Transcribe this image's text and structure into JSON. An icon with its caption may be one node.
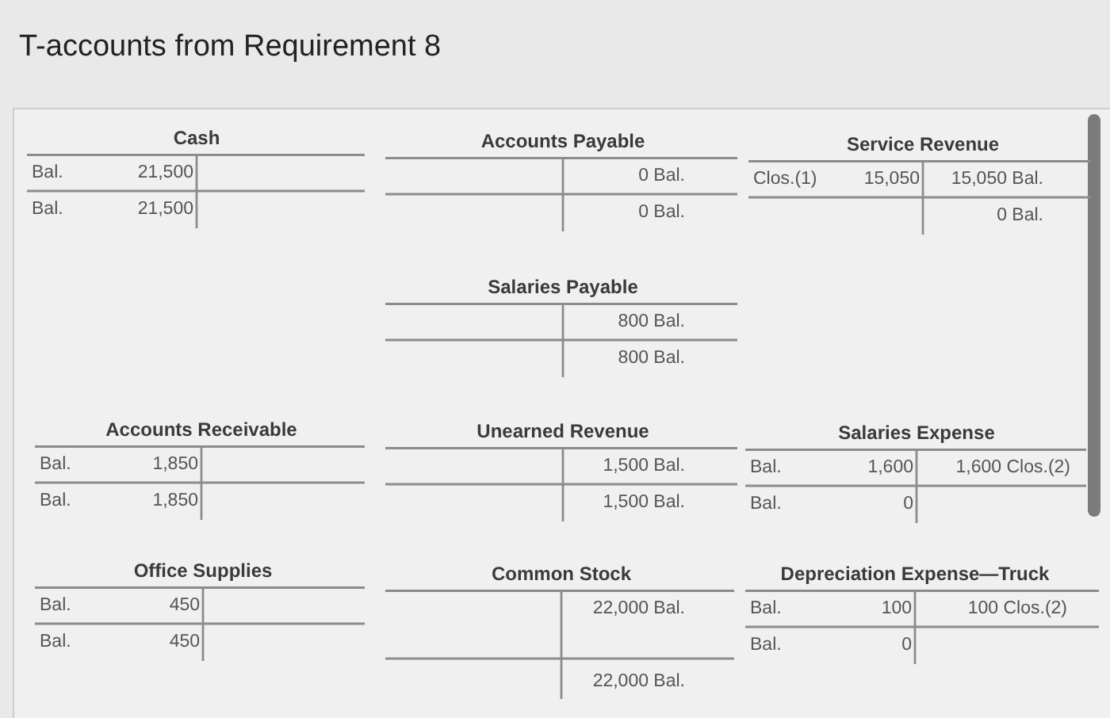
{
  "diagram": {
    "title": "T-accounts from Requirement 8",
    "labels": [
      "Cash",
      "Bal.",
      "21,500",
      "Bal.",
      "21,500",
      "Accounts Payable",
      "0 Bal.",
      "0 Bal.",
      "Service Revenue",
      "Clos.(1)",
      "15,050",
      "15,050 Bal.",
      "0 Bal.",
      "Salaries Payable",
      "800 Bal.",
      "800 Bal.",
      "Accounts Receivable",
      "Bal.",
      "1,850",
      "Bal.",
      "1,850",
      "Unearned Revenue",
      "1,500 Bal.",
      "1,500 Bal.",
      "Salaries Expense",
      "Bal.",
      "1,600",
      "1,600 Clos.(2)",
      "Bal.",
      "0",
      "Office Supplies",
      "Bal.",
      "450",
      "Bal.",
      "450",
      "Common Stock",
      "22,000 Bal.",
      "22,000 Bal.",
      "Depreciation Expense—Truck",
      "Bal.",
      "100",
      "100 Clos.(2)",
      "Bal.",
      "0"
    ]
  }
}
